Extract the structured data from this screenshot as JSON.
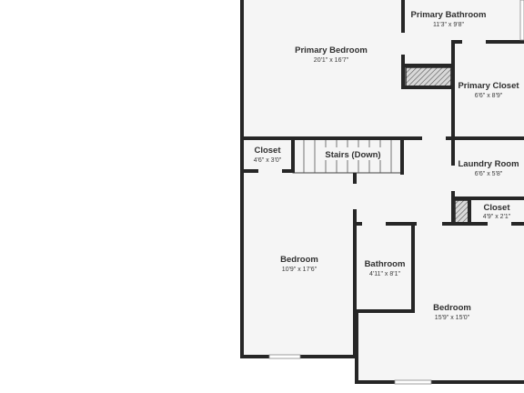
{
  "plan": {
    "rooms": [
      {
        "id": "primary-bathroom",
        "name": "Primary Bathroom",
        "dims": "11'3\" x 9'8\""
      },
      {
        "id": "primary-bedroom",
        "name": "Primary Bedroom",
        "dims": "20'1\" x 16'7\""
      },
      {
        "id": "primary-closet",
        "name": "Primary Closet",
        "dims": "6'6\" x 8'9\""
      },
      {
        "id": "closet-left",
        "name": "Closet",
        "dims": "4'6\" x 3'0\""
      },
      {
        "id": "stairs",
        "name": "Stairs (Down)",
        "dims": ""
      },
      {
        "id": "laundry-room",
        "name": "Laundry Room",
        "dims": "6'6\" x 5'8\""
      },
      {
        "id": "closet-right",
        "name": "Closet",
        "dims": "4'9\" x 2'1\""
      },
      {
        "id": "bedroom-left",
        "name": "Bedroom",
        "dims": "10'9\" x 17'6\""
      },
      {
        "id": "bathroom",
        "name": "Bathroom",
        "dims": "4'11\" x 8'1\""
      },
      {
        "id": "bedroom-right",
        "name": "Bedroom",
        "dims": "15'9\" x 15'0\""
      }
    ]
  }
}
